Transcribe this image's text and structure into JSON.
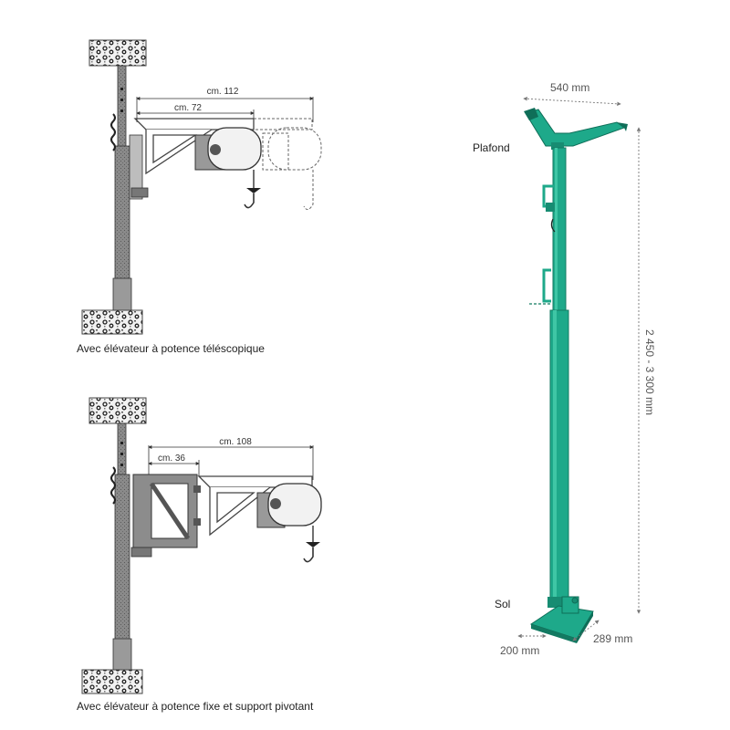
{
  "diagram_top": {
    "caption": "Avec élévateur à potence téléscopique",
    "dim_outer": "cm. 112",
    "dim_inner": "cm. 72"
  },
  "diagram_bottom": {
    "caption": "Avec élévateur à potence fixe et support pivotant",
    "dim_outer": "cm. 108",
    "dim_inner": "cm. 36"
  },
  "prop": {
    "label_ceiling": "Plafond",
    "label_floor": "Sol",
    "dim_top_width": "540 mm",
    "dim_height": "2 450 - 3 300 mm",
    "dim_base_a": "200 mm",
    "dim_base_b": "289 mm",
    "color": "#1ea98a"
  }
}
